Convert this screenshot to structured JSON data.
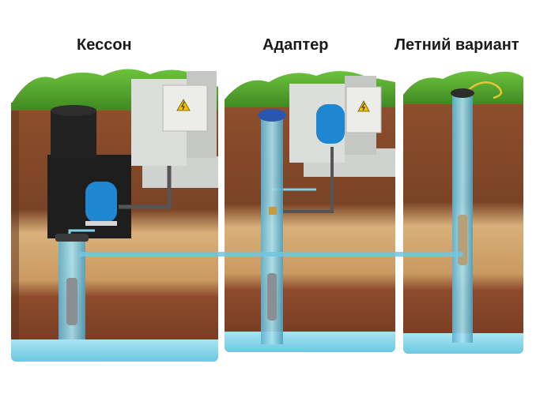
{
  "variants": [
    {
      "id": "kesson",
      "title": "Кессон"
    },
    {
      "id": "adapter",
      "title": "Адаптер"
    },
    {
      "id": "summer",
      "title": "Летний вариант"
    }
  ],
  "colors": {
    "grass": "#4f9a2a",
    "soil_top": "#8a4a2a",
    "soil_dark": "#6b3a22",
    "sand": "#d8b27a",
    "clay": "#9a5634",
    "water": "#7fd3e8",
    "pipe": "#5fb8d6",
    "tank": "#1f86d1",
    "caisson": "#1e1e1e",
    "house_wall": "#d7d9d6",
    "panel": "#e9e9e6",
    "warning": "#f2c200",
    "water_level": "#6fc7e0"
  },
  "icons": {
    "warning": "high-voltage-warning-icon"
  }
}
